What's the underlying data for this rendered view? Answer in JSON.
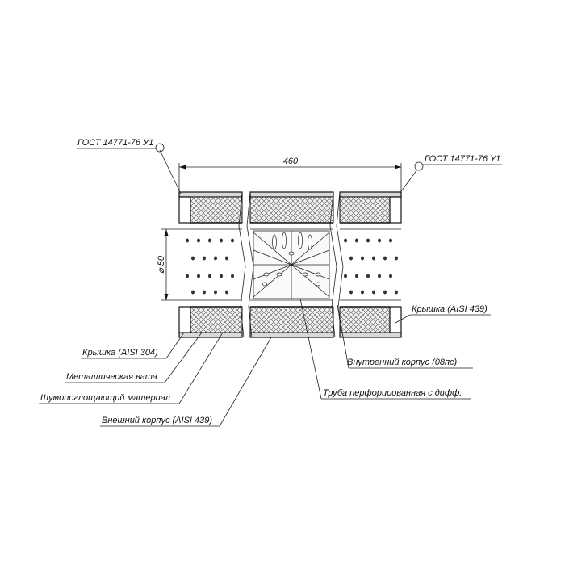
{
  "drawing": {
    "dimension_length": "460",
    "dimension_diameter": "⌀ 50",
    "callouts": {
      "gost_left": "ГОСТ 14771-76 У1",
      "gost_right": "ГОСТ 14771-76 У1",
      "cap_right": "Крышка (AISI 439)",
      "cap_left": "Крышка (AISI 304)",
      "metal_wool": "Металлическая вата",
      "absorber": "Шумопоглощающий материал",
      "outer_body": "Внешний корпус (AISI 439)",
      "inner_body": "Внутренний корпус (08пс)",
      "perforated_pipe": "Труба перфорированная с дифф."
    }
  }
}
